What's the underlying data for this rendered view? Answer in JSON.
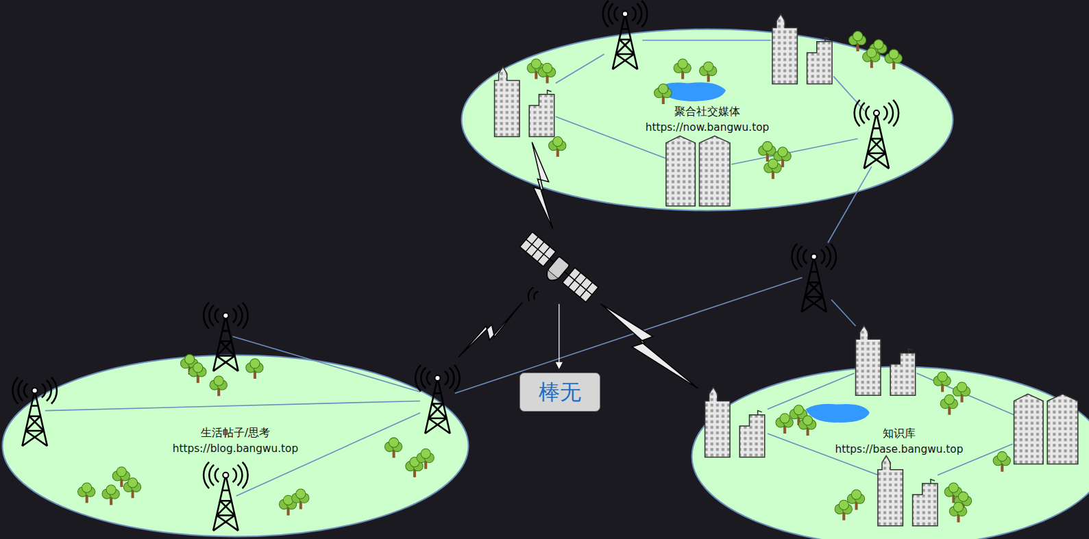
{
  "diagram": {
    "nodes": [
      {
        "text": [
          "聚合社交媒体",
          "https://now.bangwu.top"
        ]
      },
      {
        "text": [
          "生活帖子/思考",
          "https://blog.bangwu.top"
        ]
      },
      {
        "text": [
          "知识库",
          "https://base.bangwu.top"
        ]
      },
      {
        "text": [
          "棒无"
        ]
      }
    ]
  }
}
